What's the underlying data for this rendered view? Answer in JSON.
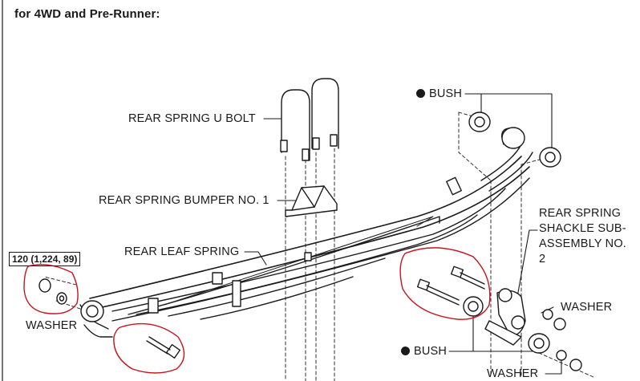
{
  "header": {
    "title": "for 4WD and Pre-Runner:"
  },
  "torque_spec": {
    "value": "120 (1,224, 89)"
  },
  "labels": {
    "bush_top": "BUSH",
    "u_bolt": "REAR SPRING U BOLT",
    "bumper": "REAR SPRING BUMPER NO. 1",
    "leaf_spring": "REAR LEAF SPRING",
    "shackle": "REAR SPRING SHACKLE SUB-ASSEMBLY NO. 2",
    "washer_right": "WASHER",
    "washer_left": "WASHER",
    "bush_bottom": "BUSH",
    "washer_bottom": "WASHER"
  },
  "colors": {
    "line": "#1a1a1a",
    "annotation": "#c8141e",
    "background": "#ffffff"
  }
}
